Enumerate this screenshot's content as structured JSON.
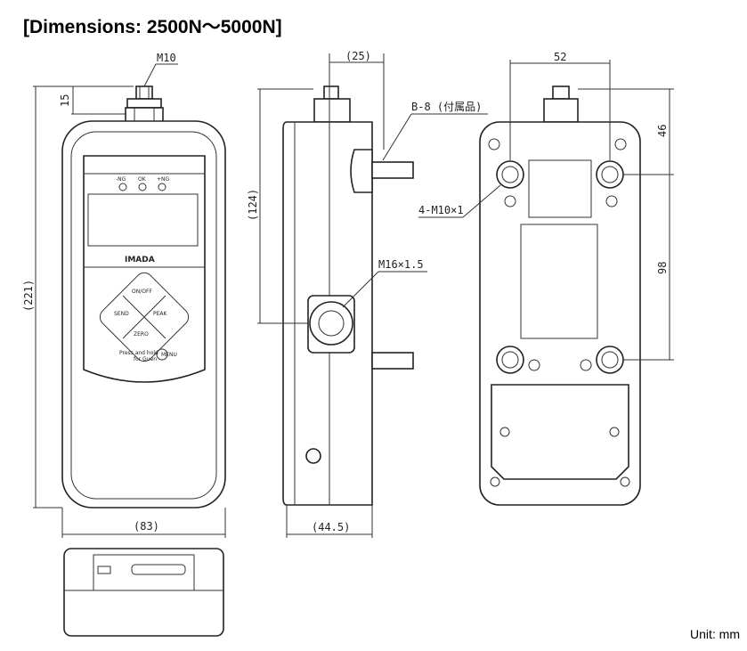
{
  "title": "[Dimensions: 2500N〜5000N]",
  "unit": "Unit: mm",
  "dimensions": {
    "thread_top": "M10",
    "top_15": "15",
    "height_221": "(221)",
    "width_83": "(83)",
    "side_25": "(25)",
    "side_124": "(124)",
    "depth_44_5": "(44.5)",
    "accessory": "B-8 (付属品)",
    "center_thread": "M16×1.5",
    "mount_holes": "4-M10×1",
    "back_52": "52",
    "back_46": "46",
    "back_98": "98"
  },
  "front_labels": {
    "ng_minus": "-NG",
    "ok": "OK",
    "ng_plus": "+NG",
    "brand": "IMADA",
    "btn_onoff": "ON/OFF",
    "btn_send": "SEND",
    "btn_peak": "PEAK",
    "btn_zero": "ZERO",
    "hint": "Press and hold",
    "hint2": "for Guen",
    "menu": "MENU"
  }
}
